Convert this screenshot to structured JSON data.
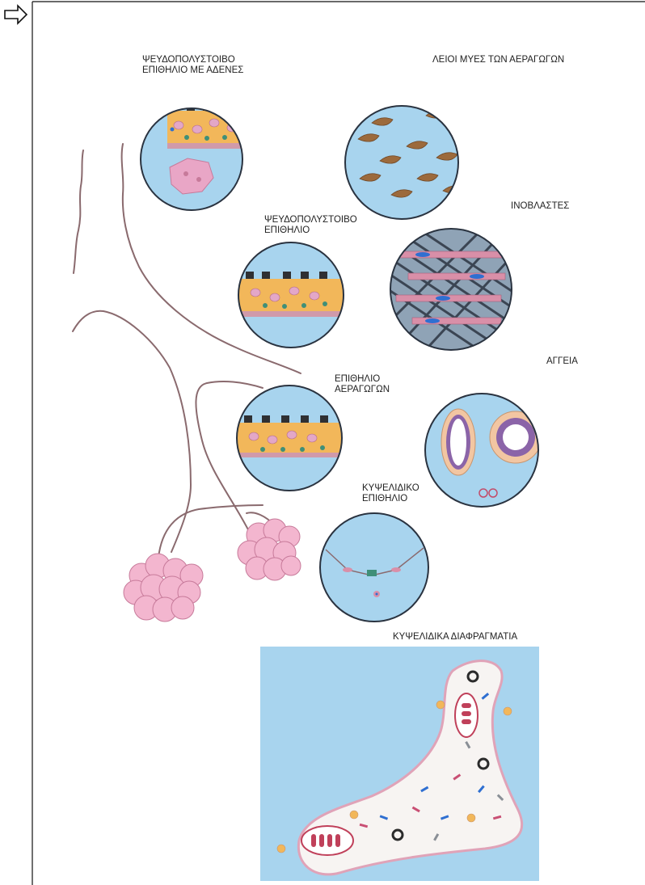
{
  "labels": {
    "pseudo_glands": [
      "ΨΕΥΔΟΠΟΛΥΣΤΟΙΒΟ",
      "ΕΠΙΘΗΛΙΟ ΜΕ ΑΔΕΝΕΣ"
    ],
    "smooth_muscle": "ΛΕΙΟΙ ΜΥΕΣ ΤΩΝ ΑΕΡΑΓΩΓΩΝ",
    "fibroblasts": "ΙΝΟΒΛΑΣΤΕΣ",
    "pseudo": [
      "ΨΕΥΔΟΠΟΛΥΣΤΟΙΒΟ",
      "ΕΠΙΘΗΛΙΟ"
    ],
    "vessels": "ΑΓΓΕΙΑ",
    "airway_epi": [
      "ΕΠΙΘΗΛΙΟ",
      "ΑΕΡΑΓΩΓΩΝ"
    ],
    "alveolar_epi": [
      "ΚΥΨΕΛΙΔΙΚΟ",
      "ΕΠΙΘΗΛΙΟ"
    ],
    "alveolar_septa": "ΚΥΨΕΛΙΔΙΚΑ ΔΙΑΦΡΑΓΜΑΤΙΑ"
  },
  "icons": {
    "pointer": "right-arrow-icon"
  },
  "colors": {
    "circle_fill": "#a8d4ee",
    "circle_stroke": "#2a3340",
    "airway_line": "#8a6a6e",
    "alveoli": "#f3b6cf",
    "epithelium": "#f2b75a",
    "cilia": "#2f3033",
    "nucleus_pink": "#e3a7c7",
    "nucleus_green": "#3f8f78",
    "muscle": "#9c6a3c",
    "fibro_pink": "#d98fa8",
    "fibro_blue": "#2f6fd1",
    "vessel_outer": "#f2c6a2",
    "vessel_inner": "#8b64a8"
  }
}
